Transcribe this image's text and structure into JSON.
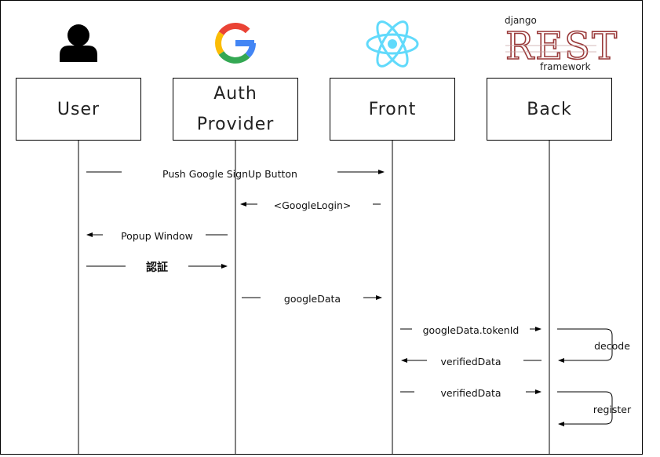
{
  "actors": [
    {
      "id": "user",
      "label": "User",
      "icon": "user-icon"
    },
    {
      "id": "auth",
      "label": "Auth\nProvider",
      "icon": "google-icon"
    },
    {
      "id": "front",
      "label": "Front",
      "icon": "react-icon"
    },
    {
      "id": "back",
      "label": "Back",
      "icon": "django-rest-framework-logo"
    }
  ],
  "logo_text": {
    "top": "django",
    "big": "REST",
    "bottom": "framework"
  },
  "messages": [
    {
      "from": "user",
      "to": "front",
      "label": "Push Google SignUp Button"
    },
    {
      "from": "front",
      "to": "auth",
      "label": "<GoogleLogin>"
    },
    {
      "from": "auth",
      "to": "user",
      "label": "Popup Window"
    },
    {
      "from": "user",
      "to": "auth",
      "label": "認証"
    },
    {
      "from": "auth",
      "to": "front",
      "label": "googleData"
    },
    {
      "from": "front",
      "to": "back",
      "label": "googleData.tokenId"
    },
    {
      "from": "back",
      "to": "back",
      "label": "decode"
    },
    {
      "from": "back",
      "to": "front",
      "label": "verifiedData"
    },
    {
      "from": "front",
      "to": "back",
      "label": "verifiedData"
    },
    {
      "from": "back",
      "to": "back",
      "label": "register"
    }
  ],
  "colors": {
    "line": "#000000",
    "google_blue": "#4285F4",
    "google_red": "#EA4335",
    "google_yellow": "#FBBC05",
    "google_green": "#34A853",
    "react": "#61DAFB",
    "drf": "#9A3A3A"
  }
}
